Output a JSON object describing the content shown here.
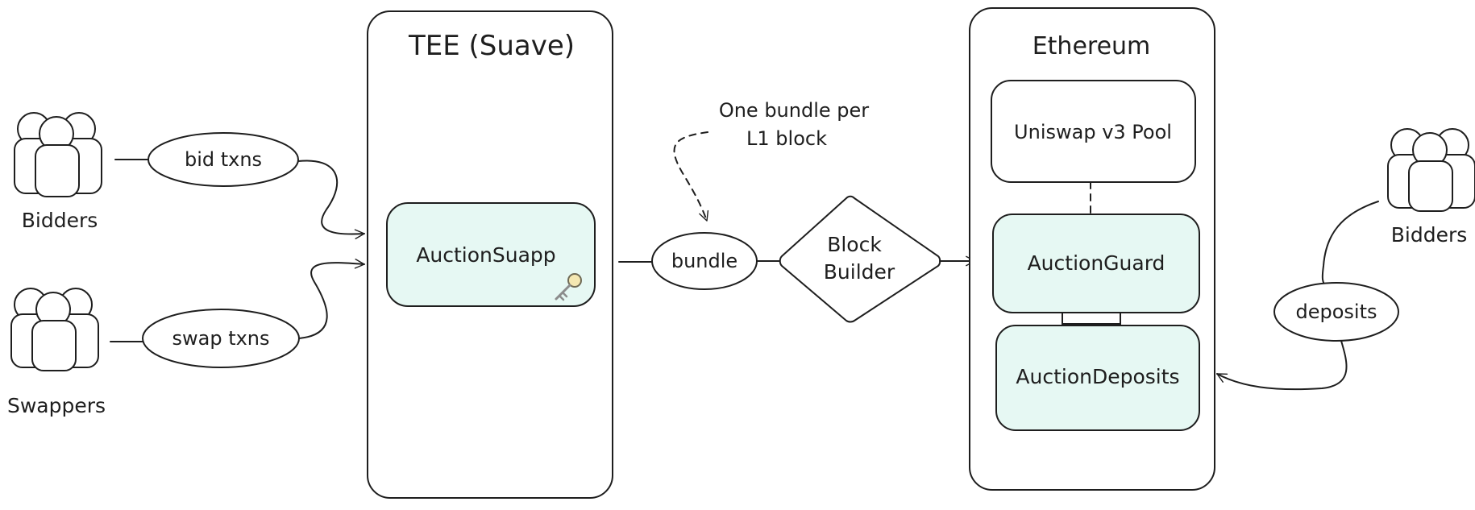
{
  "colors": {
    "stroke": "#1e1e1e",
    "background": "#ffffff",
    "contract_fill": "#e6f8f3"
  },
  "actors": {
    "bidders_left": "Bidders",
    "swappers": "Swappers",
    "bidders_right": "Bidders"
  },
  "transactions": {
    "bid_txns": "bid txns",
    "swap_txns": "swap txns",
    "deposits": "deposits"
  },
  "tee": {
    "title": "TEE (Suave)",
    "suapp": "AuctionSuapp",
    "key_icon": "key-icon"
  },
  "flow": {
    "bundle": "bundle",
    "note_line1": "One bundle per",
    "note_line2": "L1 block",
    "block_builder_line1": "Block",
    "block_builder_line2": "Builder"
  },
  "ethereum": {
    "title": "Ethereum",
    "pool": "Uniswap v3 Pool",
    "guard": "AuctionGuard",
    "deposits": "AuctionDeposits"
  }
}
